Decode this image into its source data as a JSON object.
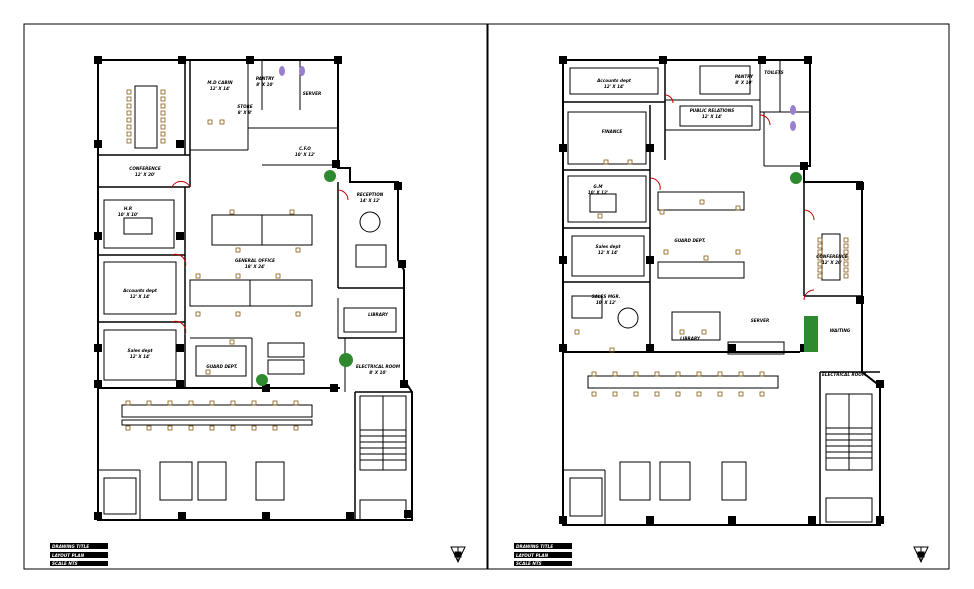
{
  "drawing": {
    "line_color": "#000000",
    "accent_green": "#2f8a2f",
    "accent_red": "#c00000",
    "accent_violet": "#9a7fd0",
    "furniture_color": "#8a5a10"
  },
  "sheets": [
    {
      "id": "left-plan",
      "rooms": [
        {
          "key": "conference",
          "label": "CONFERENCE",
          "sub": "12' X 20'"
        },
        {
          "key": "md-cabin",
          "label": "M.D CABIN",
          "sub": "12' X 14'"
        },
        {
          "key": "cfo",
          "label": "C.F.O",
          "sub": "10' X 12'"
        },
        {
          "key": "accounts",
          "label": "Accounts dept",
          "sub": "12' X 14'"
        },
        {
          "key": "sales",
          "label": "Sales dept",
          "sub": "12' X 14'"
        },
        {
          "key": "pantry",
          "label": "PANTRY",
          "sub": "8' X 10'"
        },
        {
          "key": "general-office",
          "label": "GENERAL OFFICE",
          "sub": "18' X 24'"
        },
        {
          "key": "server",
          "label": "SERVER",
          "sub": ""
        },
        {
          "key": "hr",
          "label": "H.R",
          "sub": "10' X 10'"
        },
        {
          "key": "store",
          "label": "STORE",
          "sub": "8' X 8'"
        },
        {
          "key": "reception",
          "label": "RECEPTION",
          "sub": "14' X 12'"
        },
        {
          "key": "guard-dept",
          "label": "GUARD DEPT.",
          "sub": ""
        },
        {
          "key": "library",
          "label": "LIBRARY",
          "sub": ""
        },
        {
          "key": "electrical",
          "label": "ELECTRICAL ROOM",
          "sub": "8' X 10'"
        }
      ],
      "title_block": [
        "DRAWING TITLE",
        "LAYOUT PLAN",
        "SCALE NTS"
      ]
    },
    {
      "id": "right-plan",
      "rooms": [
        {
          "key": "accounts",
          "label": "Accounts dept",
          "sub": "12' X 14'"
        },
        {
          "key": "pantry",
          "label": "PANTRY",
          "sub": "8' X 10'"
        },
        {
          "key": "finance",
          "label": "FINANCE",
          "sub": ""
        },
        {
          "key": "public-relations",
          "label": "PUBLIC RELATIONS",
          "sub": "12' X 14'"
        },
        {
          "key": "gm",
          "label": "G.M",
          "sub": "10' X 12'"
        },
        {
          "key": "sales",
          "label": "Sales dept",
          "sub": "12' X 14'"
        },
        {
          "key": "guard-dept",
          "label": "GUARD DEPT.",
          "sub": ""
        },
        {
          "key": "conference",
          "label": "CONFERENCE",
          "sub": "12' X 20'"
        },
        {
          "key": "sales-mgr",
          "label": "SALES MGR.",
          "sub": "10' X 12'"
        },
        {
          "key": "server",
          "label": "SERVER",
          "sub": ""
        },
        {
          "key": "library",
          "label": "LIBRARY",
          "sub": ""
        },
        {
          "key": "waiting",
          "label": "WAITING",
          "sub": ""
        },
        {
          "key": "electrical",
          "label": "ELECTRICAL ROOM",
          "sub": ""
        },
        {
          "key": "toilets",
          "label": "TOILETS",
          "sub": ""
        }
      ],
      "title_block": [
        "DRAWING TITLE",
        "LAYOUT PLAN",
        "SCALE NTS"
      ]
    }
  ]
}
